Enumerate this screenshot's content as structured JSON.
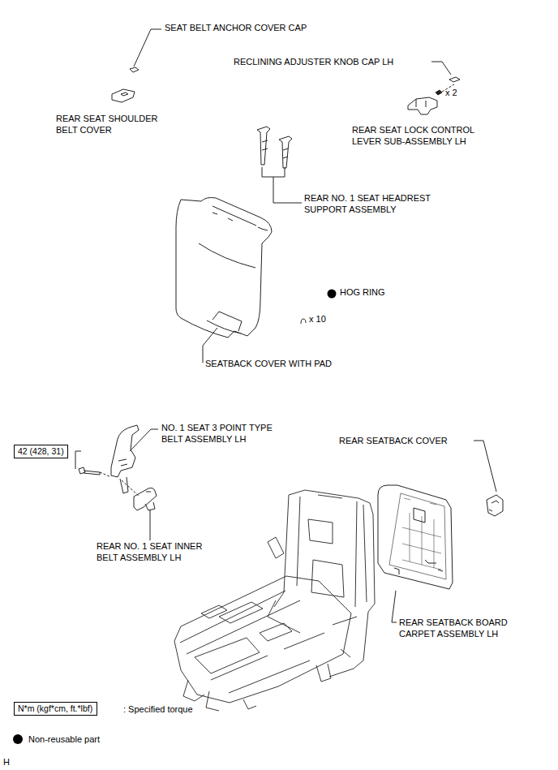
{
  "diagram": {
    "nodes": [
      {
        "text": [
          "42 (428, 31)"
        ]
      },
      {
        "text": [
          "N*m (kgf*cm, ft.*lbf)"
        ]
      }
    ],
    "labels": [
      "SEAT BELT ANCHOR COVER CAP",
      "RECLINING ADJUSTER KNOB CAP LH",
      "x 2",
      "REAR SEAT SHOULDER BELT COVER",
      "REAR SEAT LOCK CONTROL LEVER SUB-ASSEMBLY LH",
      "REAR NO. 1 SEAT HEADREST SUPPORT ASSEMBLY",
      "HOG RING",
      "x 10",
      "SEATBACK COVER WITH PAD",
      "NO. 1 SEAT 3 POINT TYPE BELT ASSEMBLY LH",
      "REAR SEATBACK COVER",
      "REAR NO. 1 SEAT INNER BELT ASSEMBLY LH",
      "REAR SEATBACK BOARD CARPET ASSEMBLY LH",
      ": Specified torque",
      "H"
    ],
    "legend": [
      {
        "text": "Non-reusable part",
        "color": "#000000"
      }
    ]
  }
}
